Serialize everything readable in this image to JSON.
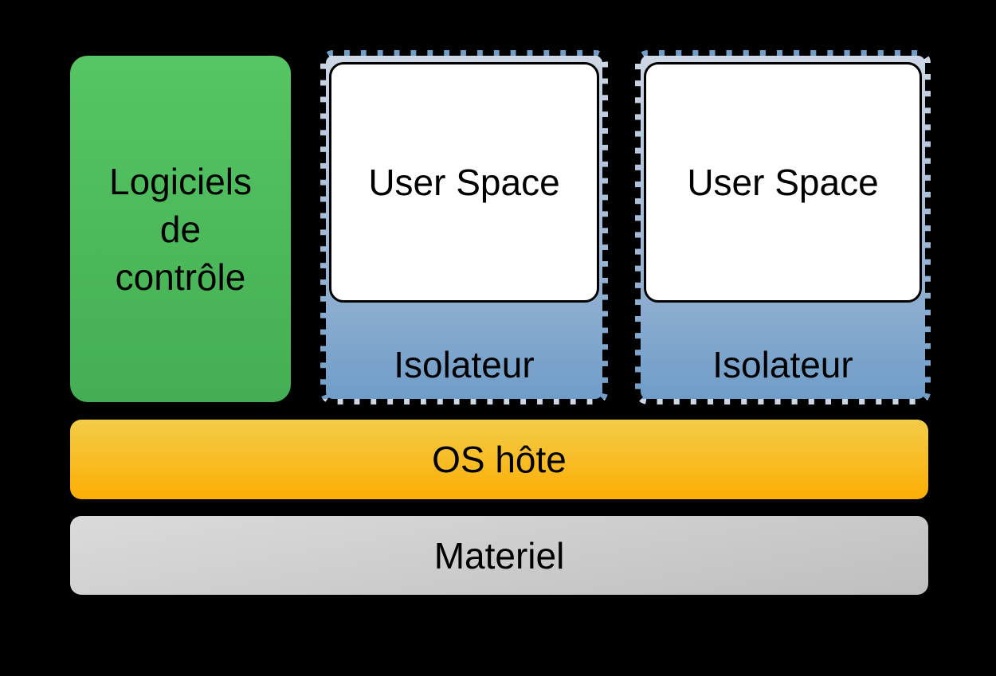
{
  "colors": {
    "background": "#000000",
    "text": "#000000",
    "control_fill_top": "#55c663",
    "control_fill_bottom": "#44ae53",
    "isolator_fill_top": "#cdd7e5",
    "isolator_fill_mid": "#a9bdd8",
    "isolator_fill_bottom": "#6f9dc8",
    "user_space_fill": "#ffffff",
    "user_space_border": "#000000",
    "os_fill_top": "#f3cc49",
    "os_fill_bottom": "#fcae03",
    "hardware_fill_top": "#dbdbdb",
    "hardware_fill_bottom": "#bfbfbf"
  },
  "control_box": {
    "lines": [
      "Logiciels",
      "de",
      "contrôle"
    ]
  },
  "isolators": [
    {
      "user_space_label": "User Space",
      "isolator_label": "Isolateur"
    },
    {
      "user_space_label": "User Space",
      "isolator_label": "Isolateur"
    }
  ],
  "os_bar": {
    "label": "OS hôte"
  },
  "hardware_bar": {
    "label": "Materiel"
  }
}
